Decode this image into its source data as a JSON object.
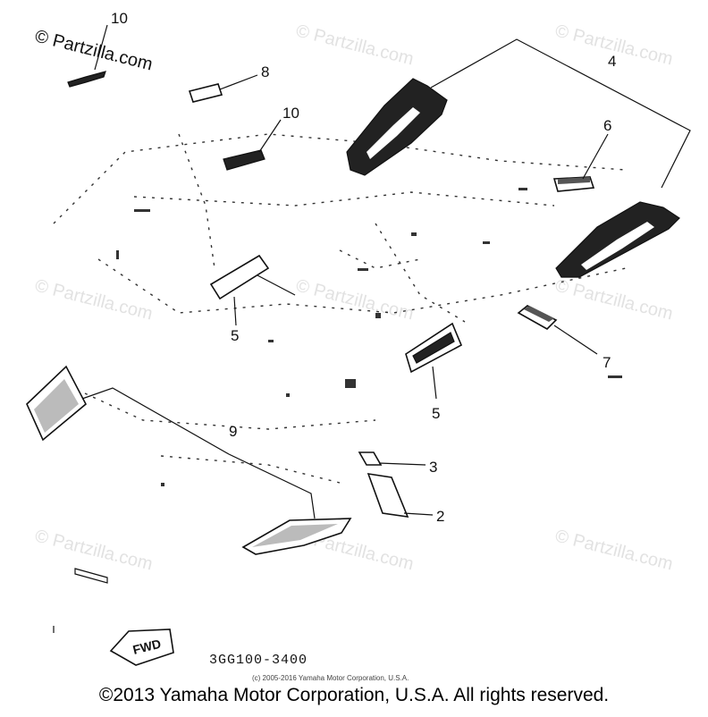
{
  "watermark": {
    "first": "© Partzilla.com",
    "repeat": "© Partzilla.com"
  },
  "callouts": {
    "c10a": "10",
    "c8": "8",
    "c10b": "10",
    "c4": "4",
    "c6": "6",
    "c5a": "5",
    "c7": "7",
    "c5b": "5",
    "c9": "9",
    "c3": "3",
    "c2": "2"
  },
  "labels": {
    "fwd": "FWD",
    "part_number": "3GG100-3400",
    "small_copyright": "(c) 2005-2016 Yamaha Motor Corporation, U.S.A.",
    "footer_copyright": "©2013 Yamaha Motor Corporation, U.S.A. All rights reserved."
  }
}
